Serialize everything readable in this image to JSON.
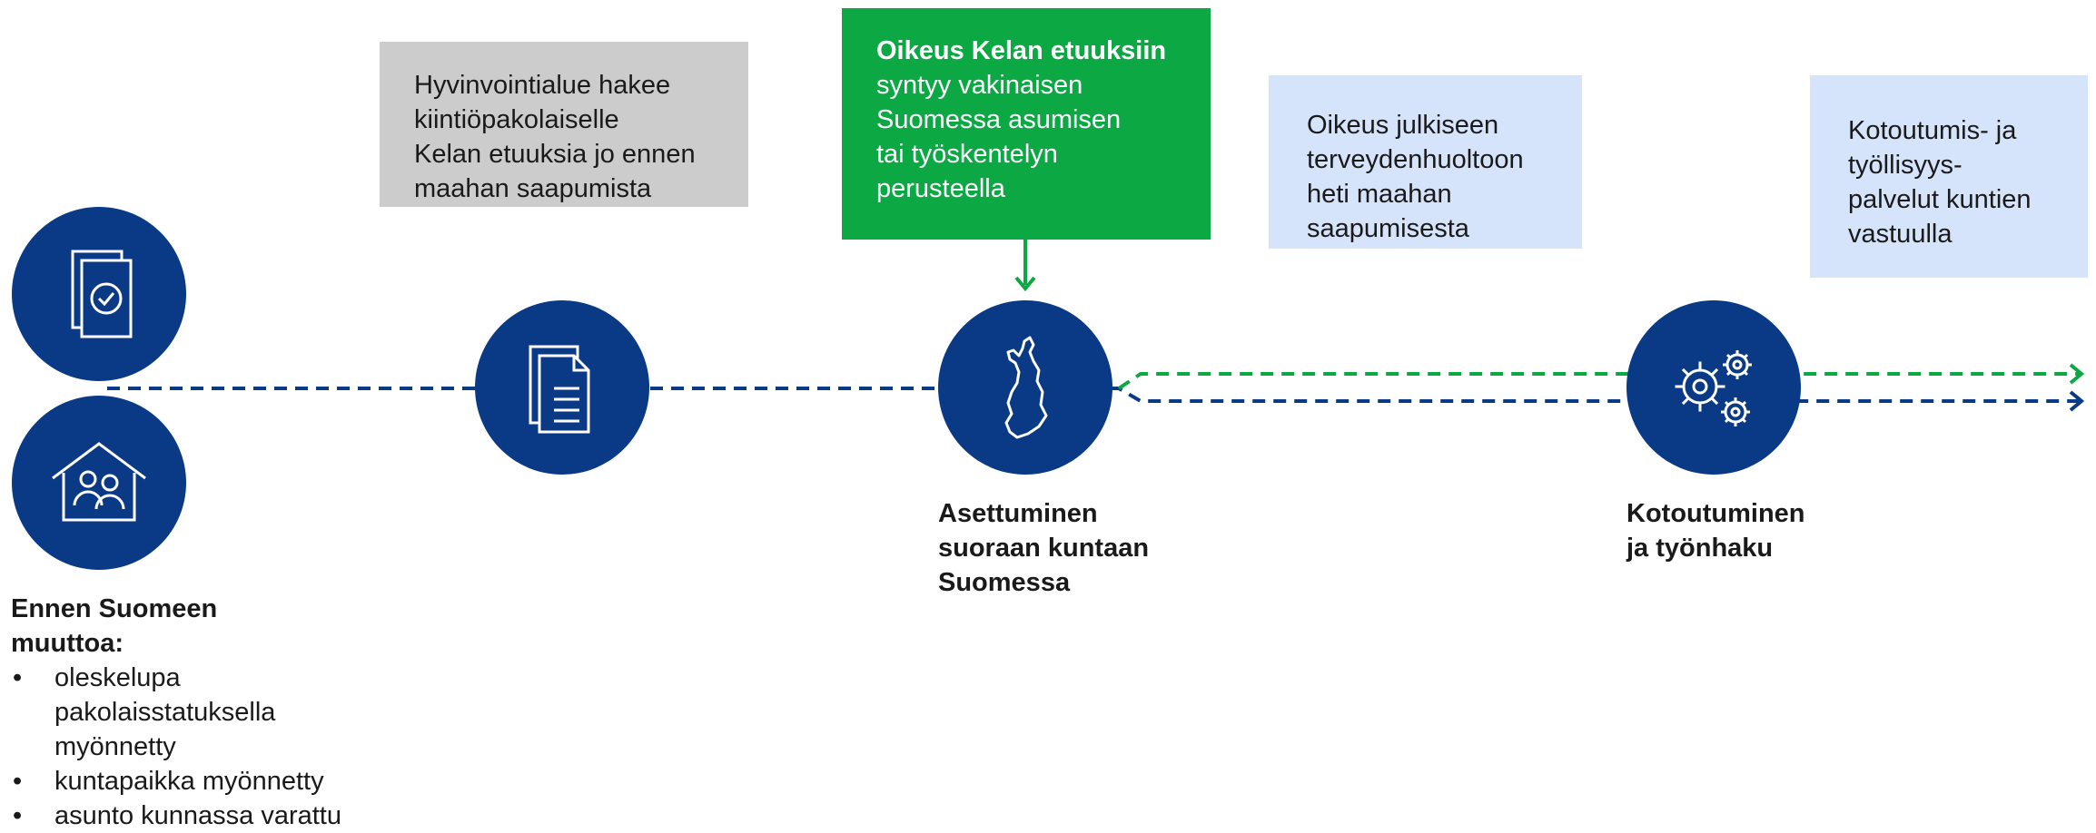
{
  "boxes": {
    "gray": [
      "Hyvinvointialue  hakee",
      "kiintiöpakolaiselle",
      "Kelan etuuksia jo ennen",
      "maahan saapumista"
    ],
    "green_heading": "Oikeus Kelan etuuksiin",
    "green": [
      "syntyy vakinaisen",
      "Suomessa asumisen",
      "tai työskentelyn",
      "perusteella"
    ],
    "health": [
      "Oikeus julkiseen",
      "terveydenhuoltoon",
      "heti maahan",
      "saapumisesta"
    ],
    "services": [
      "Kotoutumis- ja",
      "työllisyys-",
      "palvelut kuntien",
      "vastuulla"
    ]
  },
  "stages": {
    "before": {
      "title": [
        "Ennen Suomeen",
        "muuttoa:"
      ],
      "items": [
        "oleskelupa pakolaisstatuksella myönnetty",
        "kuntapaikka myönnetty",
        "asunto kunnassa varattu"
      ]
    },
    "settling": [
      "Asettuminen",
      "suoraan kuntaan",
      "Suomessa"
    ],
    "integration": [
      "Kotoutuminen",
      "ja työnhaku"
    ]
  },
  "icons": {
    "permit": "document-check-icon",
    "home": "house-people-icon",
    "documents": "documents-icon",
    "finland": "finland-map-icon",
    "gears": "gears-icon"
  },
  "colors": {
    "navy": "#0a3a86",
    "green": "#0ba844",
    "gray_box": "#cccccc",
    "light_box": "#d6e4fb"
  }
}
